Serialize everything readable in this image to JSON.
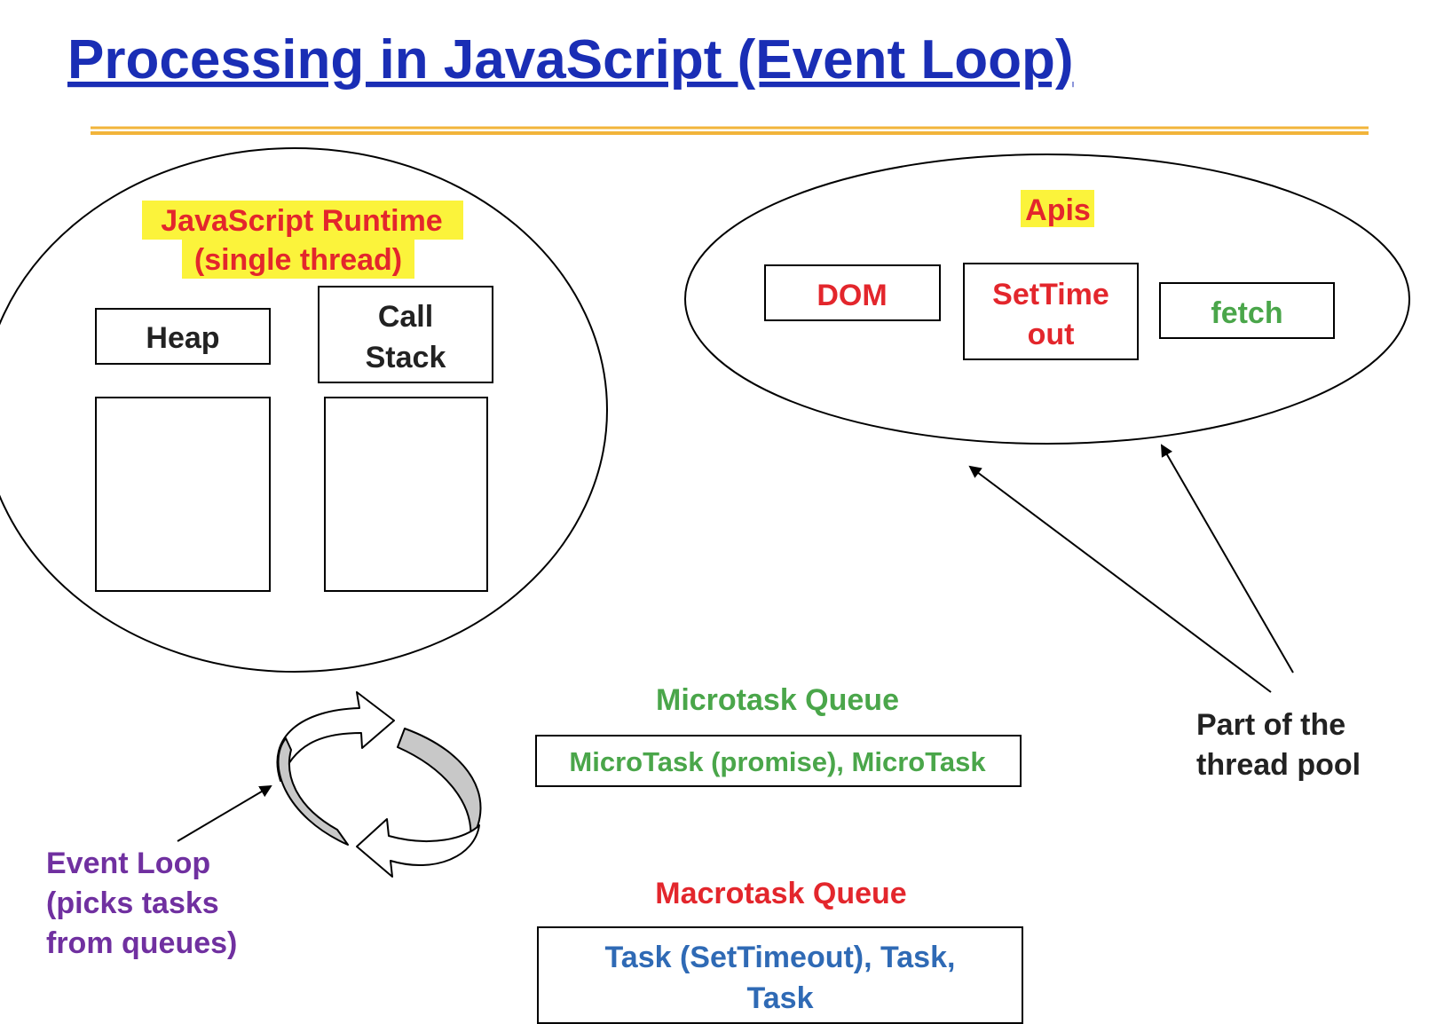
{
  "title": "Processing in JavaScript (Event Loop)",
  "runtime": {
    "label_line1": "JavaScript Runtime",
    "label_line2": "(single thread)",
    "heap_label": "Heap",
    "call_stack_line1": "Call",
    "call_stack_line2": "Stack"
  },
  "apis": {
    "label": "Apis",
    "dom": "DOM",
    "settimeout_line1": "SetTime",
    "settimeout_line2": "out",
    "fetch": "fetch"
  },
  "thread_pool": {
    "line1": "Part of the",
    "line2": "thread pool"
  },
  "microtask": {
    "heading": "Microtask Queue",
    "content": "MicroTask (promise), MicroTask"
  },
  "macrotask": {
    "heading": "Macrotask Queue",
    "content_line1": "Task (SetTimeout), Task,",
    "content_line2": "Task"
  },
  "event_loop": {
    "line1": "Event Loop",
    "line2": "(picks tasks",
    "line3": "from queues)"
  },
  "colors": {
    "title_blue": "#1a2eb5",
    "divider_gold": "#f2b43a",
    "highlight_yellow": "#fbf33b",
    "red": "#e3262c",
    "green": "#4aa64a",
    "blue": "#2f6ab5",
    "purple": "#7030a0",
    "dark": "#222222",
    "loop_gray": "#c8c8c8"
  }
}
